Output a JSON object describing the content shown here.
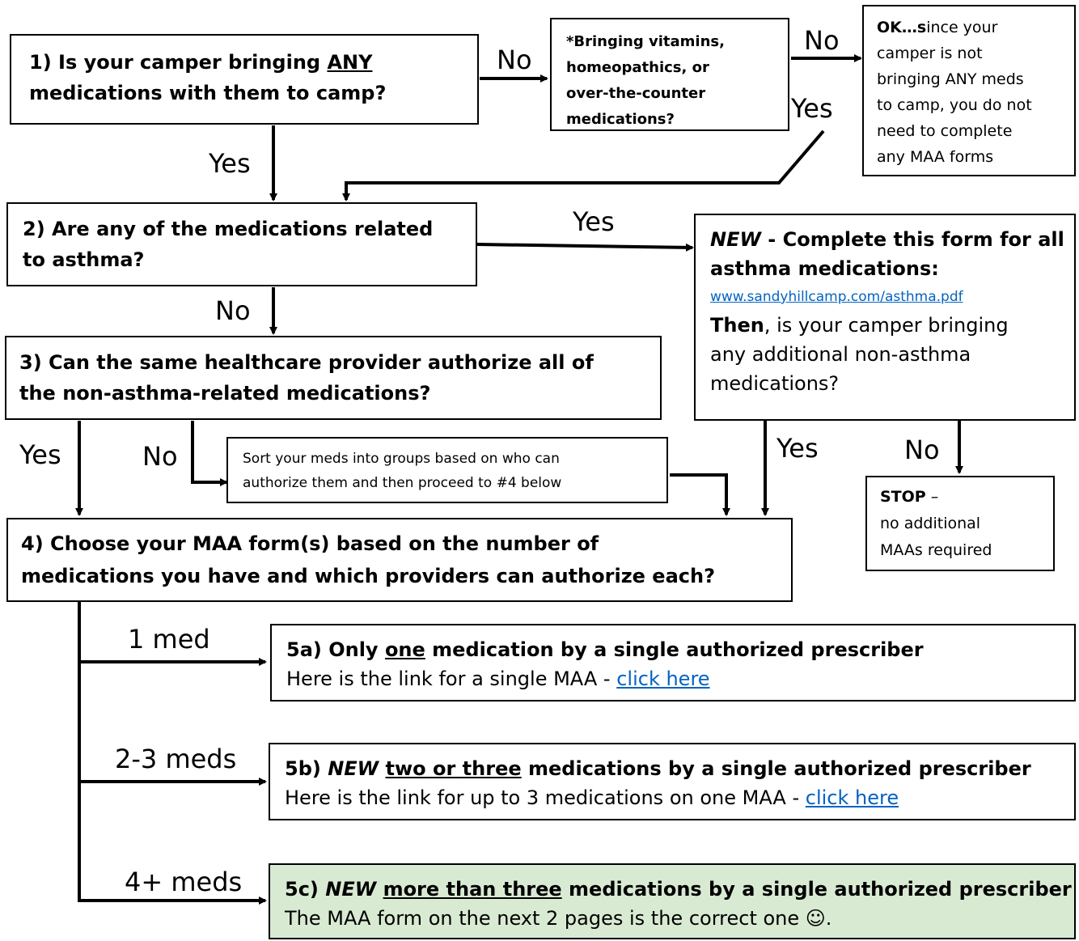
{
  "q1": {
    "prefix": "1) Is your camper bringing ",
    "any": "ANY",
    "line2": "medications with them to camp?"
  },
  "vitamins": {
    "line1": "*Bringing vitamins,",
    "line2": "homeopathics, or",
    "line3": "over-the-counter",
    "line4": "medications?"
  },
  "ok_box": {
    "ok_bold": "OK…s",
    "line1_rest": "ince your",
    "line2": "camper is not",
    "line3": "bringing ANY meds",
    "line4": "to camp, you do not",
    "line5": "need to complete",
    "line6": "any MAA forms"
  },
  "q2": {
    "line1": "2) Are any of the medications related",
    "line2": "to asthma?"
  },
  "asthma": {
    "new": "NEW",
    "dash_text": " - Complete this form for all",
    "line2": "asthma medications:",
    "url": "www.sandyhillcamp.com/asthma.pdf",
    "then": "Then",
    "line4_rest": ", is your camper bringing",
    "line5": "any additional non-asthma",
    "line6": "medications?"
  },
  "q3": {
    "line1": "3) Can the same healthcare provider authorize all of",
    "line2": "the non-asthma-related medications?"
  },
  "sort": {
    "line1": "Sort your meds into groups based on who can",
    "line2": "authorize them and then proceed to #4 below"
  },
  "stop": {
    "title": "STOP",
    "dash": " –",
    "line2": "no additional",
    "line3": "MAAs required"
  },
  "q4": {
    "line1": "4) Choose your MAA form(s) based on the number of",
    "line2": "medications you have and which providers can authorize each?"
  },
  "opt5a": {
    "head": "5a) Only ",
    "one": "one",
    "tail": " medication by a single authorized prescriber",
    "body": "Here is the link for a single MAA - ",
    "link": "click here"
  },
  "opt5b": {
    "head": "5b) ",
    "new": "NEW",
    "space": " ",
    "u": "two or three",
    "tail": " medications by a single authorized prescriber",
    "body": "Here is the link for up to 3 medications on one MAA - ",
    "link": "click here"
  },
  "opt5c": {
    "head": "5c) ",
    "new": "NEW",
    "space": " ",
    "u": "more than three",
    "tail": " medications by a single authorized prescriber",
    "body": "The MAA form on the next 2 pages is the correct one ☺."
  },
  "labels": {
    "no1": "No",
    "no2": "No",
    "yes_vit": "Yes",
    "yes1": "Yes",
    "yes2": "Yes",
    "no_q2": "No",
    "yes_q3": "Yes",
    "no_q3": "No",
    "yes_asthma": "Yes",
    "no_asthma": "No",
    "med1": "1 med",
    "med23": "2-3 meds",
    "med4": "4+ meds"
  },
  "colors": {
    "highlight_box": "#d9ead3",
    "link": "#0563c1"
  }
}
